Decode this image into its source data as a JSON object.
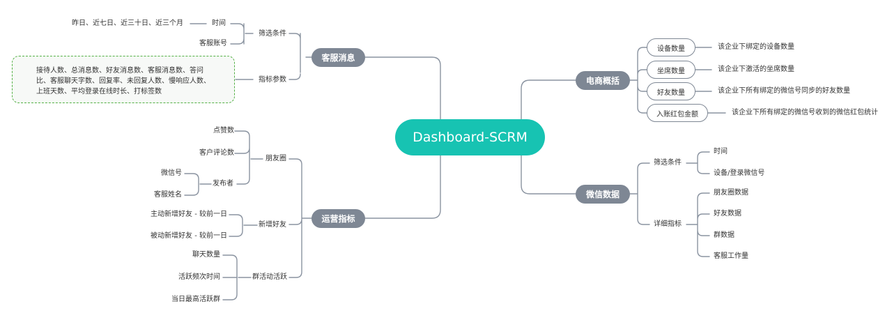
{
  "root": "Dashboard-SCRM",
  "left": {
    "kefu": {
      "label": "客服消息",
      "filter": {
        "label": "筛选条件",
        "time_options": "昨日、近七日、近三十日、近三个月",
        "time": "时间",
        "account": "客服账号"
      },
      "metrics": {
        "label": "指标参数",
        "note_lines": [
          "接待人数、总消息数、好友消息数、客服消息数、答问",
          "比、客服聊天字数、回复率、未回复人数、慢响应人数、",
          "上班天数、平均登录在线时长、打标签数"
        ]
      }
    },
    "ops": {
      "label": "运营指标",
      "moments": {
        "label": "朋友圈",
        "likes": "点赞数",
        "comments": "客户评论数",
        "publisher": "发布者",
        "wechat_id": "微信号",
        "staff_name": "客服姓名"
      },
      "new_friends": {
        "label": "新增好友",
        "active": "主动新增好友 - 较前一日",
        "passive": "被动新增好友 - 较前一日"
      },
      "group": {
        "label": "群活动活跃",
        "chat_count": "聊天数量",
        "active_time": "活跃频次时间",
        "top_group": "当日最高活跃群"
      }
    }
  },
  "right": {
    "ecom": {
      "label": "电商概括",
      "items": [
        {
          "label": "设备数量",
          "desc": "该企业下绑定的设备数量"
        },
        {
          "label": "坐席数量",
          "desc": "该企业下激活的坐席数量"
        },
        {
          "label": "好友数量",
          "desc": "该企业下所有绑定的微信号同步的好友数量"
        },
        {
          "label": "入账红包金额",
          "desc": "该企业下所有绑定的微信号收到的微信红包统计"
        }
      ]
    },
    "wechat": {
      "label": "微信数据",
      "filter": {
        "label": "筛选条件",
        "time": "时间",
        "device": "设备/登录微信号"
      },
      "detail": {
        "label": "详细指标",
        "items": [
          "朋友圈数据",
          "好友数据",
          "群数据",
          "客服工作量"
        ]
      }
    }
  },
  "colors": {
    "root": "#17c3b2",
    "pill": "#7e8794",
    "line": "#8a93a0",
    "note_border": "#52b043"
  }
}
